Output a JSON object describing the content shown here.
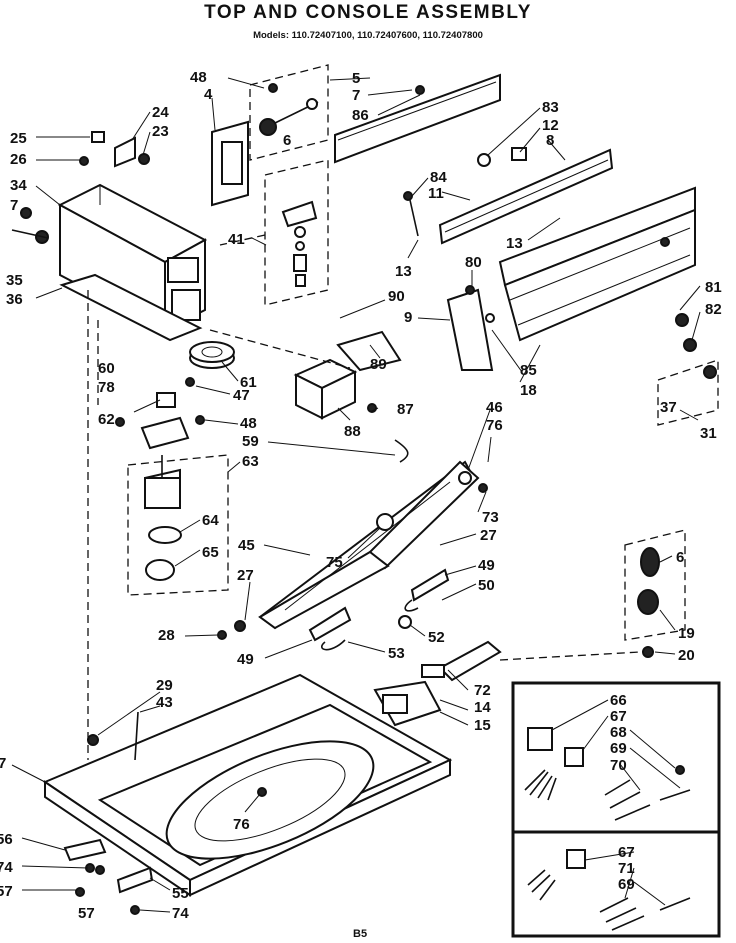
{
  "header": {
    "title": "TOP AND CONSOLE ASSEMBLY",
    "models": "Models: 110.72407100, 110.72407600, 110.72407800"
  },
  "footer": {
    "page_number": "B5"
  },
  "callouts": [
    "48",
    "5",
    "7",
    "86",
    "4",
    "6",
    "24",
    "23",
    "25",
    "26",
    "34",
    "7",
    "35",
    "36",
    "41",
    "83",
    "12",
    "8",
    "84",
    "11",
    "13",
    "13",
    "80",
    "90",
    "9",
    "81",
    "82",
    "85",
    "18",
    "37",
    "31",
    "61",
    "89",
    "60",
    "78",
    "47",
    "48",
    "62",
    "87",
    "88",
    "59",
    "46",
    "76",
    "63",
    "64",
    "65",
    "73",
    "27",
    "45",
    "75",
    "49",
    "50",
    "27",
    "28",
    "49",
    "52",
    "53",
    "6",
    "19",
    "20",
    "72",
    "14",
    "15",
    "29",
    "43",
    "7",
    "76",
    "56",
    "74",
    "57",
    "57",
    "55",
    "74",
    "66",
    "67",
    "68",
    "69",
    "70",
    "67",
    "71",
    "69"
  ]
}
